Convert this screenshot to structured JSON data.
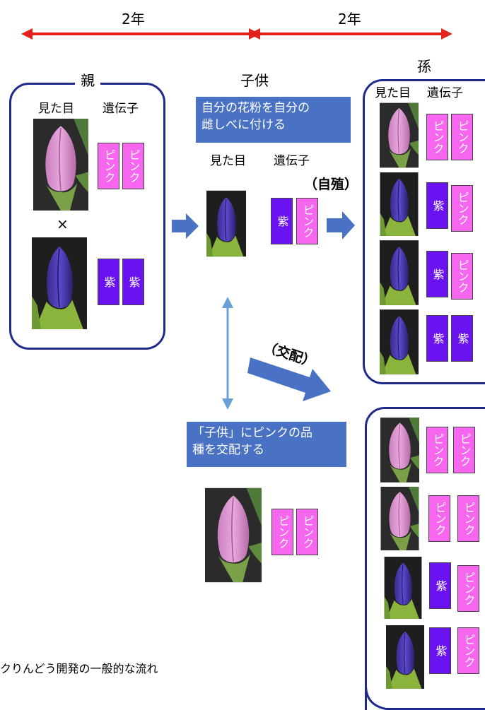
{
  "timeline": {
    "left_label": "2年",
    "right_label": "2年"
  },
  "parent": {
    "title": "親",
    "appearance_label": "見た目",
    "gene_label": "遺伝子",
    "cross_symbol": "×",
    "rows": [
      {
        "flower": "pink",
        "genes": [
          "ピンク",
          "ピンク"
        ]
      },
      {
        "flower": "purple",
        "genes": [
          "紫",
          "紫"
        ]
      }
    ]
  },
  "child": {
    "title": "子供",
    "note": "自分の花粉を自分の雌しべに付ける",
    "note_line1": "自分の花粉を自分の",
    "note_line2": "雌しべに付ける",
    "appearance_label": "見た目",
    "gene_label": "遺伝子",
    "self_label": "（自殖）",
    "genes": [
      "紫",
      "ピンク"
    ]
  },
  "cross": {
    "label": "（交配）",
    "note_line1": "「子供」にピンクの品",
    "note_line2": "種を交配する",
    "genes": [
      "ピンク",
      "ピンク"
    ]
  },
  "grandchild": {
    "title": "孫",
    "appearance_label": "見た目",
    "gene_label": "遺伝子",
    "self_rows": [
      {
        "flower": "pink",
        "genes": [
          "ピンク",
          "ピンク"
        ]
      },
      {
        "flower": "purple",
        "genes": [
          "紫",
          "ピンク"
        ]
      },
      {
        "flower": "purple",
        "genes": [
          "紫",
          "ピンク"
        ]
      },
      {
        "flower": "purple",
        "genes": [
          "紫",
          "紫"
        ]
      }
    ],
    "cross_rows": [
      {
        "flower": "pink",
        "genes": [
          "ピンク",
          "ピンク"
        ]
      },
      {
        "flower": "pink",
        "genes": [
          "ピンク",
          "ピンク"
        ]
      },
      {
        "flower": "purple",
        "genes": [
          "紫",
          "ピンク"
        ]
      },
      {
        "flower": "purple",
        "genes": [
          "紫",
          "ピンク"
        ]
      }
    ]
  },
  "caption": "クりんどう開発の一般的な流れ",
  "colors": {
    "pink_gene": "#f666ee",
    "purple_gene": "#6a12f0",
    "timeline_arrow": "#e3231b",
    "block_arrow": "#4a72c4",
    "panel_border": "#1f2a8c"
  }
}
